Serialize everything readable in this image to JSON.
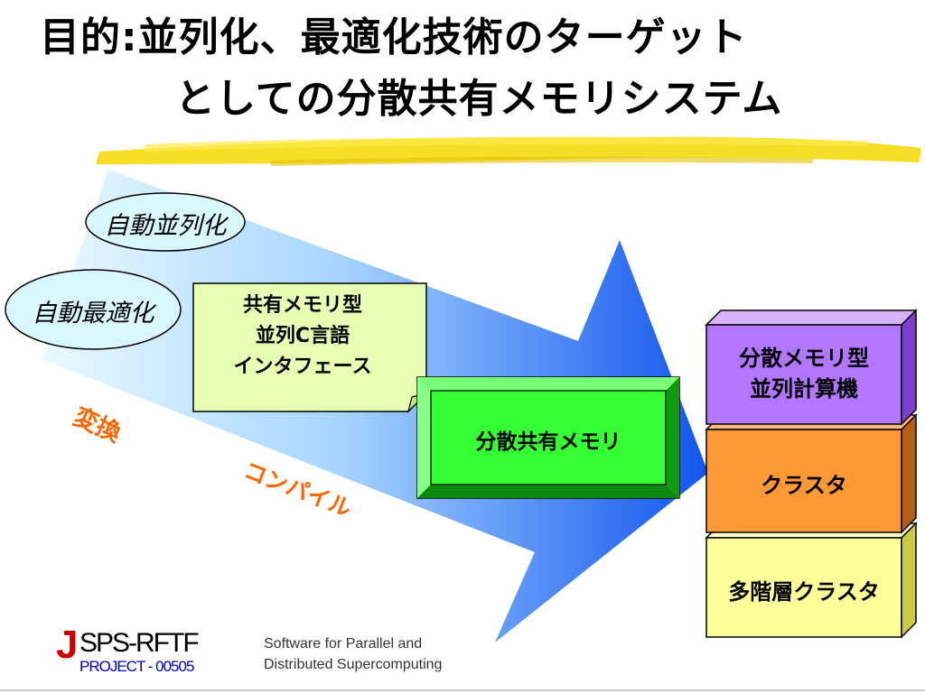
{
  "title": {
    "line1": "目的:並列化、最適化技術のターゲット",
    "line2": "としての分散共有メモリシステム"
  },
  "ovals": {
    "auto_parallel": "自動並列化",
    "auto_optimize": "自動最適化"
  },
  "note": {
    "line1": "共有メモリ型",
    "line2": "並列C言語",
    "line3": "インタフェース"
  },
  "labels": {
    "transform": "変換",
    "compile": "コンパイル"
  },
  "center_box": "分散共有メモリ",
  "stack": {
    "top": {
      "line1": "分散メモリ型",
      "line2": "並列計算機"
    },
    "middle": "クラスタ",
    "bottom": "多階層クラスタ"
  },
  "colors": {
    "highlight": "#f5d800",
    "arrow_start": "#e8f8ff",
    "arrow_end": "#1a5fe6",
    "center_box": "#33ff33",
    "stack_top": "#b377ff",
    "stack_middle": "#ff9933",
    "stack_bottom": "#ffff99",
    "note": "#e6ffb3",
    "oval": "#d9f7ff",
    "orange_text": "#ff6600"
  },
  "footer": {
    "logo_initial": "J",
    "logo_main": "SPS-RFTF",
    "logo_sub": "PROJECT - 00505",
    "caption_line1": "Software for Parallel and",
    "caption_line2": "Distributed Supercomputing"
  }
}
